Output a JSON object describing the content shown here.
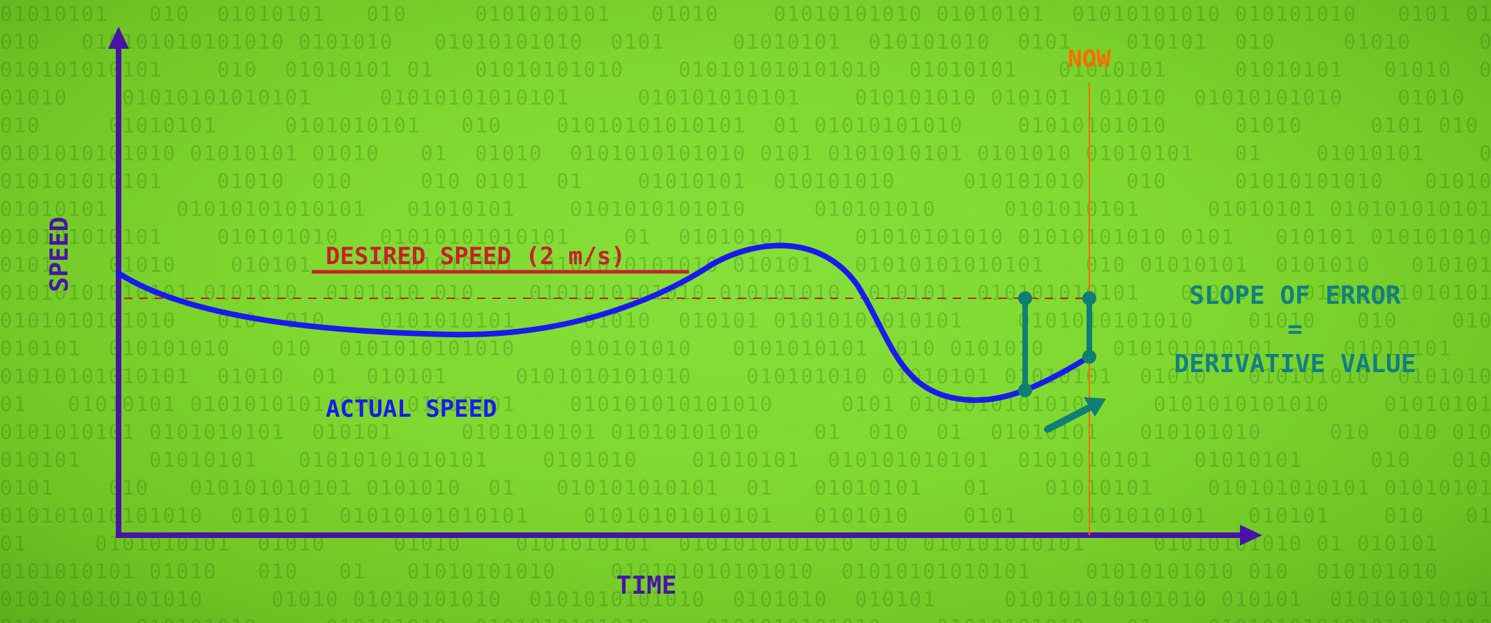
{
  "labels": {
    "y_axis": "SPEED",
    "x_axis": "TIME",
    "now": "NOW",
    "desired_speed": "DESIRED SPEED (2 m/s)",
    "actual_speed": "ACTUAL SPEED",
    "slope_line1": "SLOPE OF ERROR",
    "slope_equals": "=",
    "slope_line2": "DERIVATIVE VALUE"
  },
  "colors": {
    "axes": "#4a13a8",
    "actual_speed_curve": "#1a1aee",
    "desired_speed": "#c8202a",
    "now_line": "#ff6a00",
    "error_markers": "#0f7f74",
    "slope_text": "#127f82"
  },
  "background_pattern": "binary digits 0101"
}
